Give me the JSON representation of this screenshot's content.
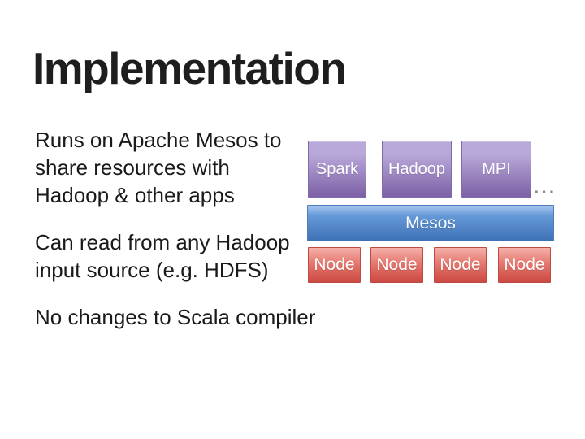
{
  "slide": {
    "title": "Implementation",
    "background": "#ffffff",
    "body": {
      "paragraphs": [
        {
          "lines": [
            "Runs on Apache Mesos to",
            "share resources with",
            "Hadoop & other apps"
          ]
        },
        {
          "lines": [
            "Can read from any Hadoop",
            "input source (e.g. HDFS)"
          ]
        },
        {
          "lines": [
            "No changes to Scala compiler"
          ]
        }
      ]
    },
    "diagram": {
      "framework_boxes": [
        {
          "label": "Spark"
        },
        {
          "label": "Hadoop"
        },
        {
          "label": "MPI"
        }
      ],
      "ellipsis": "...",
      "mesos_bar": {
        "label": "Mesos"
      },
      "node_boxes": [
        {
          "label": "Node"
        },
        {
          "label": "Node"
        },
        {
          "label": "Node"
        },
        {
          "label": "Node"
        }
      ],
      "colors": {
        "framework_top": "#b9a9da",
        "framework_bottom": "#7c61a6",
        "framework_border": "#7e6ba8",
        "mesos_top": "#a8c8ee",
        "mesos_bottom": "#3f72b6",
        "mesos_border": "#4d7cbc",
        "node_top": "#f5b1aa",
        "node_bottom": "#cb4942",
        "node_border": "#bd4a43",
        "box_text": "#ffffff",
        "body_text": "#1a1a1a",
        "ellipsis": "#8c8896"
      }
    }
  }
}
